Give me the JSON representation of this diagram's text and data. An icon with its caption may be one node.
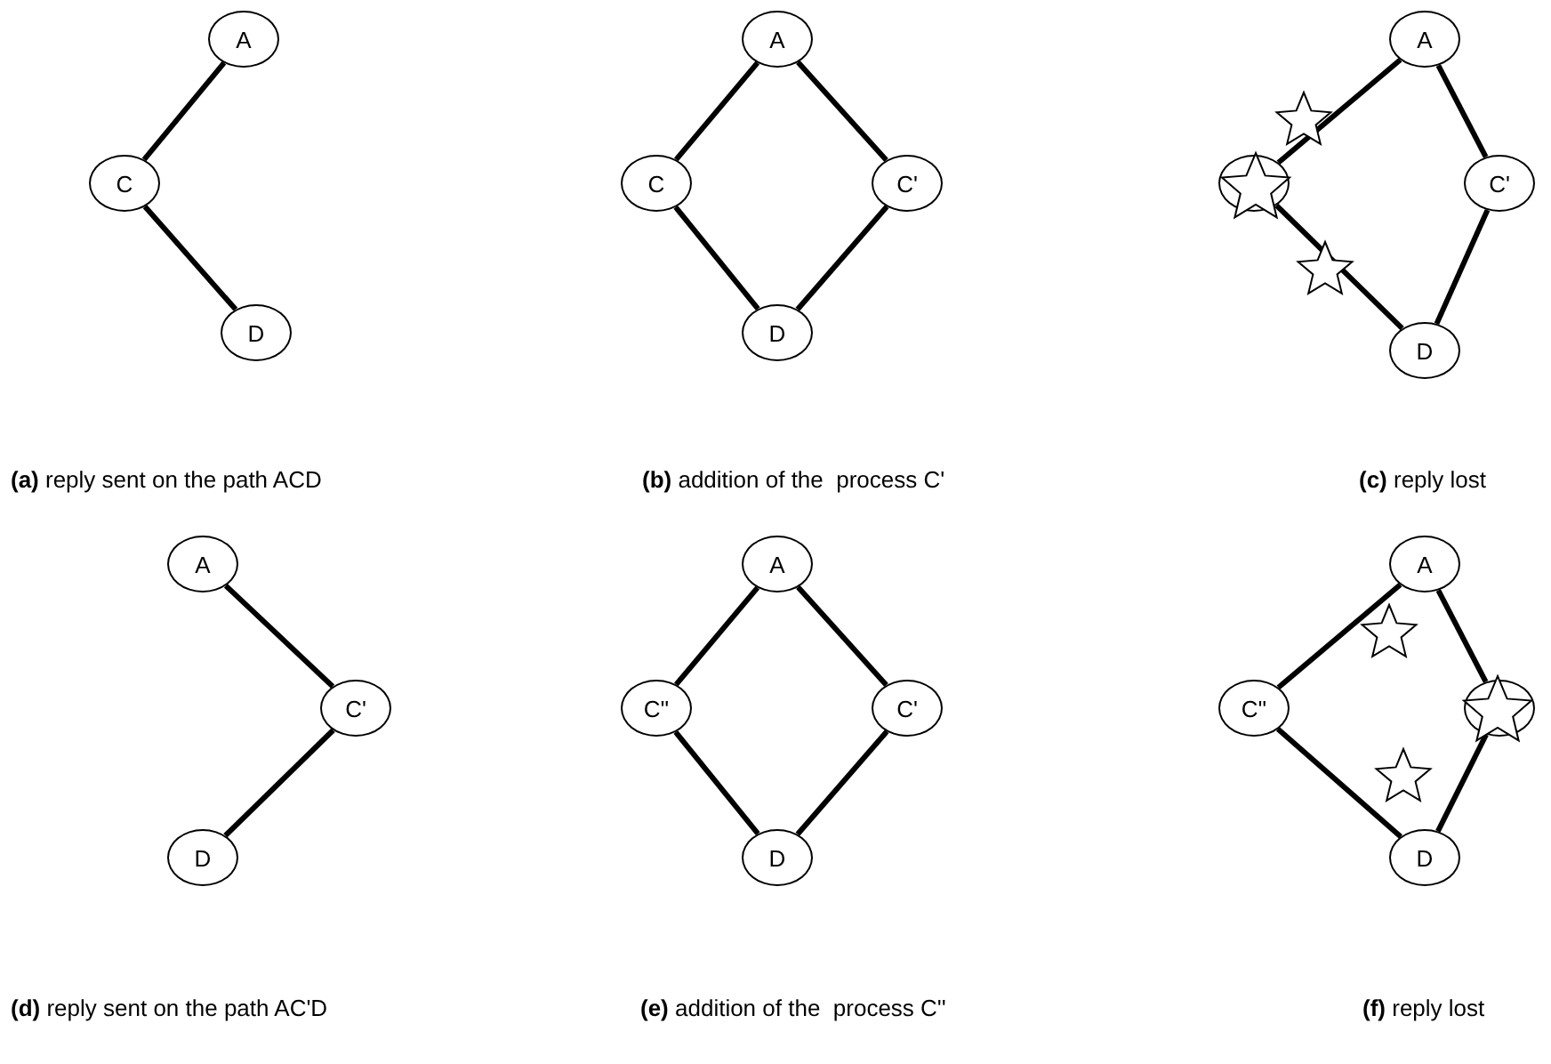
{
  "diagram": {
    "nodes": [
      {
        "text": [
          "A"
        ]
      },
      {
        "text": [
          "C"
        ]
      },
      {
        "text": [
          "D"
        ]
      },
      {
        "text": [
          "A"
        ]
      },
      {
        "text": [
          "C"
        ]
      },
      {
        "text": [
          "C'"
        ]
      },
      {
        "text": [
          "D"
        ]
      },
      {
        "text": [
          "A"
        ]
      },
      {
        "text": [],
        "shape": "circle"
      },
      {
        "text": [
          "C'"
        ]
      },
      {
        "text": [
          "D"
        ]
      },
      {
        "text": [
          "A"
        ]
      },
      {
        "text": [
          "C'"
        ]
      },
      {
        "text": [
          "D"
        ]
      },
      {
        "text": [
          "A"
        ]
      },
      {
        "text": [
          "C''"
        ]
      },
      {
        "text": [
          "C'"
        ]
      },
      {
        "text": [
          "D"
        ]
      },
      {
        "text": [
          "A"
        ]
      },
      {
        "text": [
          "C''"
        ]
      },
      {
        "text": [],
        "shape": "circle"
      },
      {
        "text": [
          "D"
        ]
      }
    ],
    "edges": [
      {
        "from": 0,
        "to": 1,
        "arrow": "none"
      },
      {
        "from": 1,
        "to": 2,
        "arrow": "none"
      },
      {
        "from": 3,
        "to": 4,
        "arrow": "none"
      },
      {
        "from": 3,
        "to": 5,
        "arrow": "none"
      },
      {
        "from": 4,
        "to": 6,
        "arrow": "none"
      },
      {
        "from": 5,
        "to": 6,
        "arrow": "none"
      },
      {
        "from": 7,
        "to": 8,
        "arrow": "none"
      },
      {
        "from": 7,
        "to": 9,
        "arrow": "none"
      },
      {
        "from": 8,
        "to": 10,
        "arrow": "none"
      },
      {
        "from": 9,
        "to": 10,
        "arrow": "none"
      },
      {
        "from": 11,
        "to": 12,
        "arrow": "none"
      },
      {
        "from": 12,
        "to": 13,
        "arrow": "none"
      },
      {
        "from": 14,
        "to": 15,
        "arrow": "none"
      },
      {
        "from": 14,
        "to": 16,
        "arrow": "none"
      },
      {
        "from": 15,
        "to": 17,
        "arrow": "none"
      },
      {
        "from": 16,
        "to": 17,
        "arrow": "none"
      },
      {
        "from": 18,
        "to": 19,
        "arrow": "none"
      },
      {
        "from": 18,
        "to": 20,
        "arrow": "none"
      },
      {
        "from": 19,
        "to": 21,
        "arrow": "none"
      },
      {
        "from": 20,
        "to": 21,
        "arrow": "none"
      }
    ],
    "labels": [
      "**(a)** reply sent on the path ACD",
      "**(b)** addition of the  process C'",
      "**(c)** reply lost",
      "**(d)** reply sent on the path AC'D",
      "**(e)** addition of the  process C''",
      "**(f)** reply lost"
    ]
  }
}
